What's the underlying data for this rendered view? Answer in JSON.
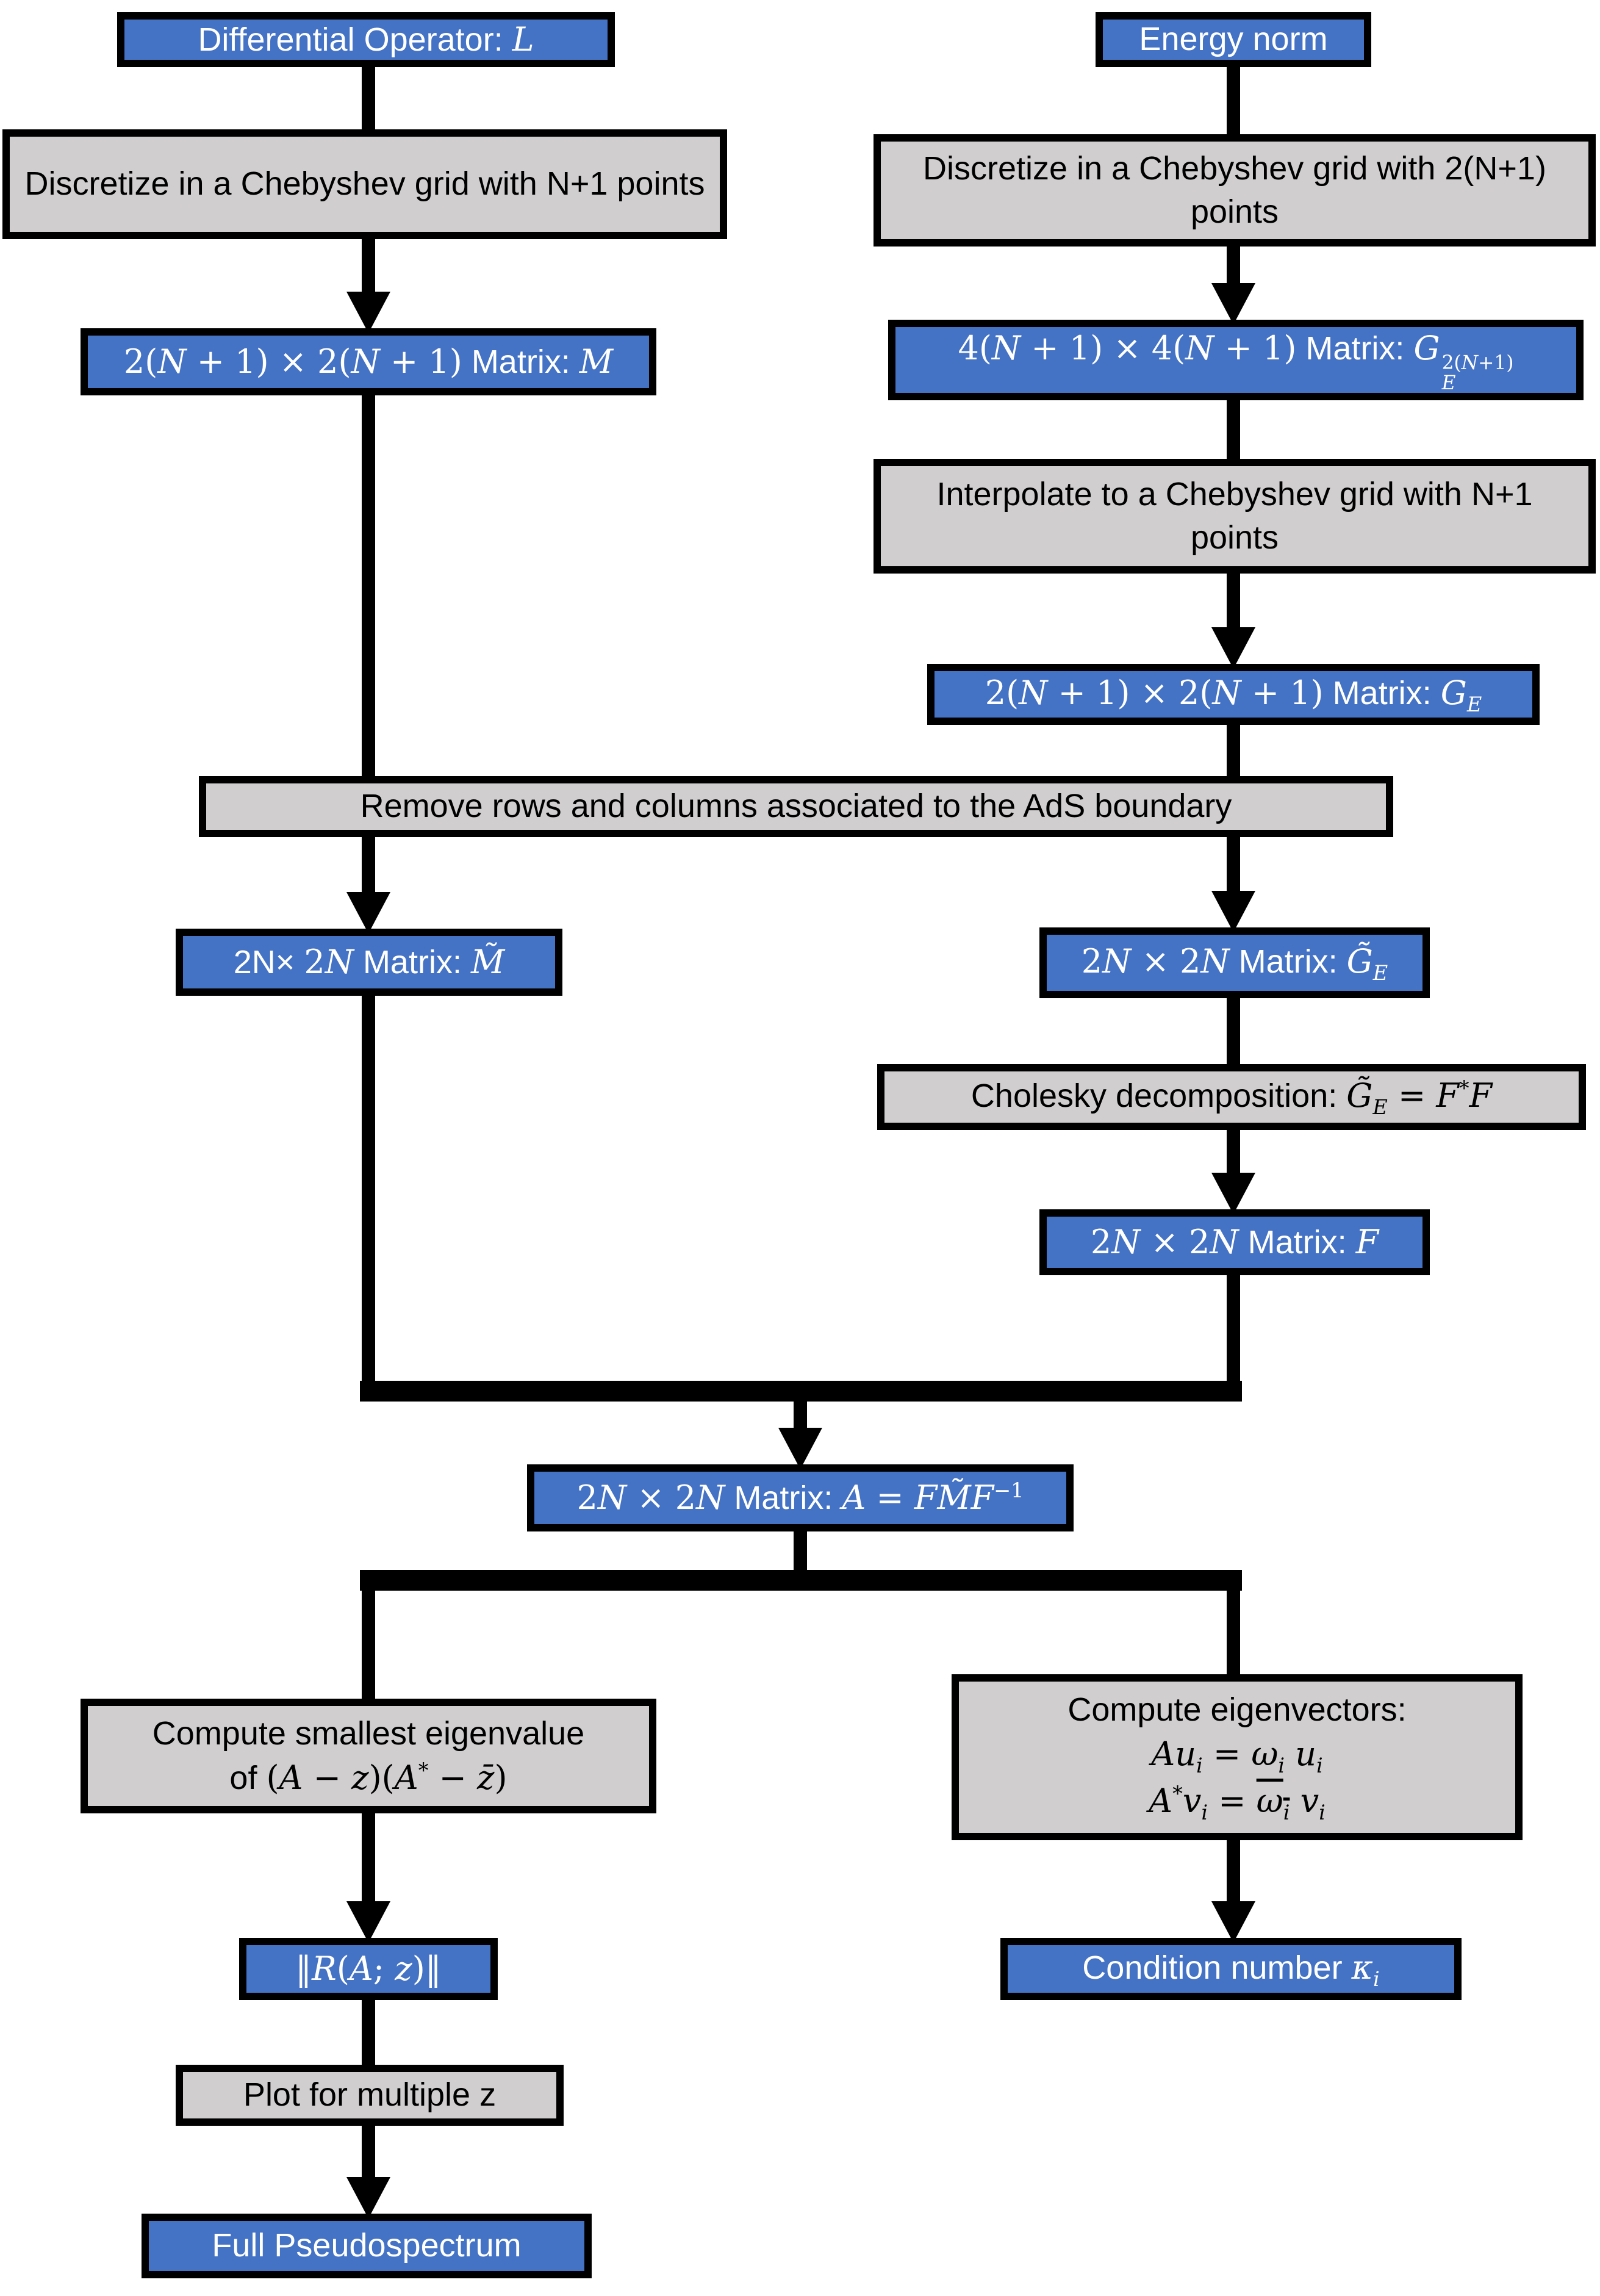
{
  "colors": {
    "node_blue": "#4472C4",
    "node_gray": "#D0CECE",
    "border": "#000000",
    "arrow": "#000000",
    "text_on_blue": "#FFFFFF",
    "text_on_gray": "#000000",
    "background": "#FFFFFF"
  },
  "nodes": {
    "diff_op": {
      "fill": "blue",
      "text": "Differential Operator: L",
      "html": "Differential Operator: <span class=\"mf\"><i>L</i></span>"
    },
    "energy_norm": {
      "fill": "blue",
      "text": "Energy norm"
    },
    "discretize_left": {
      "fill": "gray",
      "text": "Discretize in a Chebyshev grid with N+1 points"
    },
    "discretize_right": {
      "fill": "gray",
      "text": "Discretize in a Chebyshev grid with 2(N+1) points"
    },
    "matrix_m": {
      "fill": "blue",
      "text": "2(N + 1) × 2(N + 1) Matrix: M",
      "html": "<span class=\"mf\">2(<i>N</i> + 1) × 2(<i>N</i> + 1)</span> Matrix: <span class=\"mf\"><i>M</i></span>"
    },
    "matrix_ge_full": {
      "fill": "blue",
      "text": "4(N + 1) × 4(N + 1) Matrix: G_E^(2(N+1))",
      "html": "<span class=\"mf\">4(<i>N</i> + 1) × 4(<i>N</i> + 1)</span> Matrix: <span class=\"mf\"><i>G</i><span class=\"ss\"><span>2(<i>N</i>+1)</span><span><i>E</i></span></span></span>"
    },
    "interpolate": {
      "fill": "gray",
      "text": "Interpolate to a Chebyshev grid with N+1 points"
    },
    "matrix_ge": {
      "fill": "blue",
      "text": "2(N + 1) × 2(N + 1) Matrix: G_E",
      "html": "<span class=\"mf\">2(<i>N</i> + 1) × 2(<i>N</i> + 1)</span> Matrix: <span class=\"mf\"><i>G</i><sub><i>E</i></sub></span>"
    },
    "remove_rows": {
      "fill": "gray",
      "text": "Remove rows and columns associated to the AdS boundary"
    },
    "matrix_m_tilde": {
      "fill": "blue",
      "text": "2N× 2N Matrix: M̃",
      "html": "2N× <span class=\"mf\">2<i>N</i></span> Matrix: <span class=\"mf\"><i>M̃</i></span>"
    },
    "matrix_ge_tilde": {
      "fill": "blue",
      "text": "2N × 2N Matrix: G̃_E",
      "html": "<span class=\"mf\">2<i>N</i> × 2<i>N</i></span> Matrix: <span class=\"mf\"><i>G̃</i><sub><i>E</i></sub></span>"
    },
    "cholesky": {
      "fill": "gray",
      "text": "Cholesky decomposition: G̃_E = F*F",
      "html": "Cholesky decomposition: <span class=\"mf\"><i>G̃</i><sub><i>E</i></sub> = <i>F</i><sup>*</sup><i>F</i></span>"
    },
    "matrix_f": {
      "fill": "blue",
      "text": "2N × 2N Matrix: F",
      "html": "<span class=\"mf\">2<i>N</i> × 2<i>N</i></span> Matrix: <span class=\"mf\"><i>F</i></span>"
    },
    "matrix_a": {
      "fill": "blue",
      "text": "2N × 2N Matrix: A = FM̃F⁻¹",
      "html": "<span class=\"mf\">2<i>N</i> × 2<i>N</i></span> Matrix: <span class=\"mf\"><i>A</i> = <i>F</i><i>M̃</i><i>F</i><sup>−1</sup></span>"
    },
    "compute_eigenvalue": {
      "fill": "gray",
      "text": "Compute smallest eigenvalue of (A − z)(A* − z̄)",
      "html": "Compute smallest eigenvalue<br>of <span class=\"mf\">(<i>A</i> − <i>z</i>)(<i>A</i><sup>*</sup> − <i>z̄</i>)</span>"
    },
    "compute_eigenvectors": {
      "fill": "gray",
      "text": "Compute eigenvectors: Au_i = ω_i u_i ; A*v_i = ω̄_i v_i",
      "html": "Compute eigenvectors:<br><span class=\"mf\"><i>A</i><i>u</i><sub><i>i</i></sub> = <i>ω</i><sub><i>i</i></sub> <i>u</i><sub><i>i</i></sub></span><br><span class=\"mf\"><i>A</i><sup>*</sup><i>v</i><sub><i>i</i></sub> = <span class=\"ov\"><i>ω</i><sub><i>i</i></sub></span> <i>v</i><sub><i>i</i></sub></span>"
    },
    "resolvent_norm": {
      "fill": "blue",
      "text": "‖R(A; z)‖",
      "html": "<span class=\"mf\">‖<i>R</i>(<i>A</i>; <i>z</i>)‖</span>"
    },
    "condition_number": {
      "fill": "blue",
      "text": "Condition number κ_i",
      "html": "Condition number <span class=\"mf\"><i>κ</i><sub><i>i</i></sub></span>"
    },
    "plot_multiple_z": {
      "fill": "gray",
      "text": "Plot for multiple z"
    },
    "full_pseudospectrum": {
      "fill": "blue",
      "text": "Full Pseudospectrum"
    }
  },
  "edges": [
    {
      "from": "diff_op",
      "to": "discretize_left",
      "arrowhead": false
    },
    {
      "from": "discretize_left",
      "to": "matrix_m",
      "arrowhead": true
    },
    {
      "from": "energy_norm",
      "to": "discretize_right",
      "arrowhead": false
    },
    {
      "from": "discretize_right",
      "to": "matrix_ge_full",
      "arrowhead": true
    },
    {
      "from": "matrix_ge_full",
      "to": "interpolate",
      "arrowhead": false
    },
    {
      "from": "interpolate",
      "to": "matrix_ge",
      "arrowhead": true
    },
    {
      "from": "matrix_m",
      "to": "matrix_m_tilde",
      "arrowhead": true,
      "via": "remove_rows"
    },
    {
      "from": "matrix_ge",
      "to": "matrix_ge_tilde",
      "arrowhead": true,
      "via": "remove_rows"
    },
    {
      "from": "matrix_ge_tilde",
      "to": "cholesky",
      "arrowhead": false
    },
    {
      "from": "cholesky",
      "to": "matrix_f",
      "arrowhead": true
    },
    {
      "from": "matrix_m_tilde",
      "to": "matrix_a",
      "arrowhead": true,
      "via": "merge-bar"
    },
    {
      "from": "matrix_f",
      "to": "matrix_a",
      "arrowhead": true,
      "via": "merge-bar"
    },
    {
      "from": "matrix_a",
      "to": "compute_eigenvalue",
      "arrowhead": false,
      "via": "split-bar"
    },
    {
      "from": "matrix_a",
      "to": "compute_eigenvectors",
      "arrowhead": false,
      "via": "split-bar"
    },
    {
      "from": "compute_eigenvalue",
      "to": "resolvent_norm",
      "arrowhead": true
    },
    {
      "from": "compute_eigenvectors",
      "to": "condition_number",
      "arrowhead": true
    },
    {
      "from": "resolvent_norm",
      "to": "plot_multiple_z",
      "arrowhead": false
    },
    {
      "from": "plot_multiple_z",
      "to": "full_pseudospectrum",
      "arrowhead": true
    }
  ]
}
